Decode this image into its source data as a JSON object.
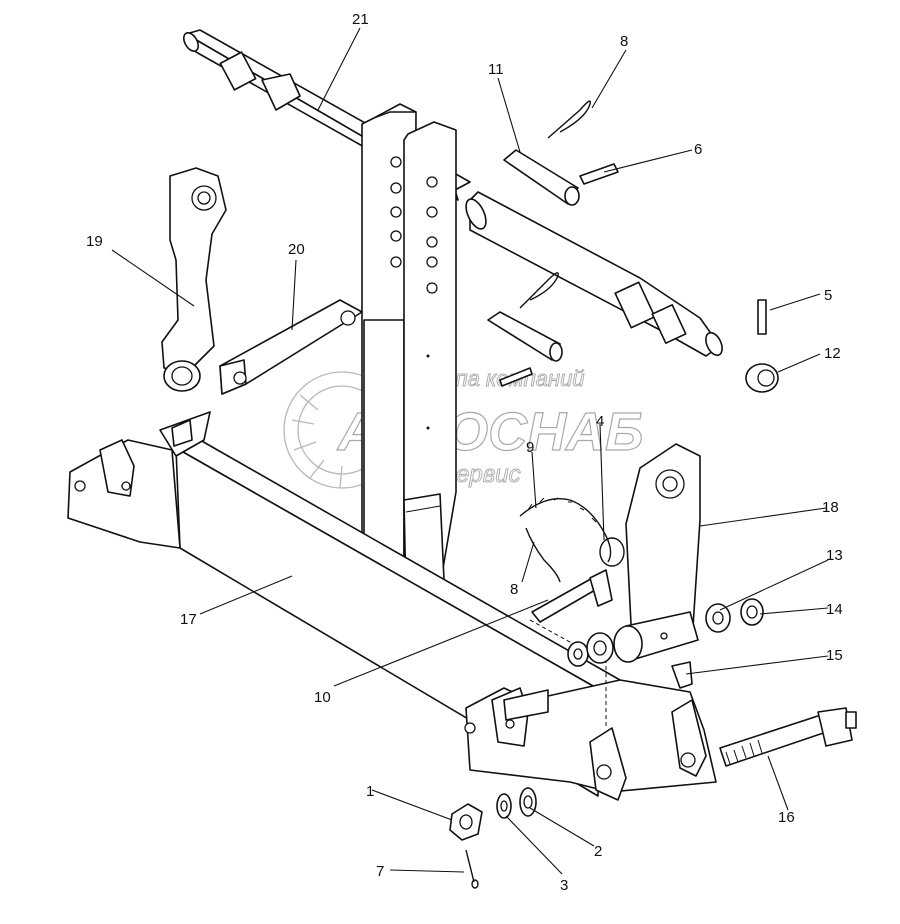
{
  "watermark": {
    "line1": "группа компаний",
    "line2": "АГРОСНАБ",
    "line3": "техсервис"
  },
  "callouts": {
    "c1": "1",
    "c2": "2",
    "c3": "3",
    "c4": "4",
    "c5": "5",
    "c6": "6",
    "c7": "7",
    "c8a": "8",
    "c8b": "8",
    "c9": "9",
    "c10": "10",
    "c11": "11",
    "c12": "12",
    "c13": "13",
    "c14": "14",
    "c15": "15",
    "c16": "16",
    "c17": "17",
    "c18": "18",
    "c19": "19",
    "c20": "20",
    "c21": "21"
  }
}
